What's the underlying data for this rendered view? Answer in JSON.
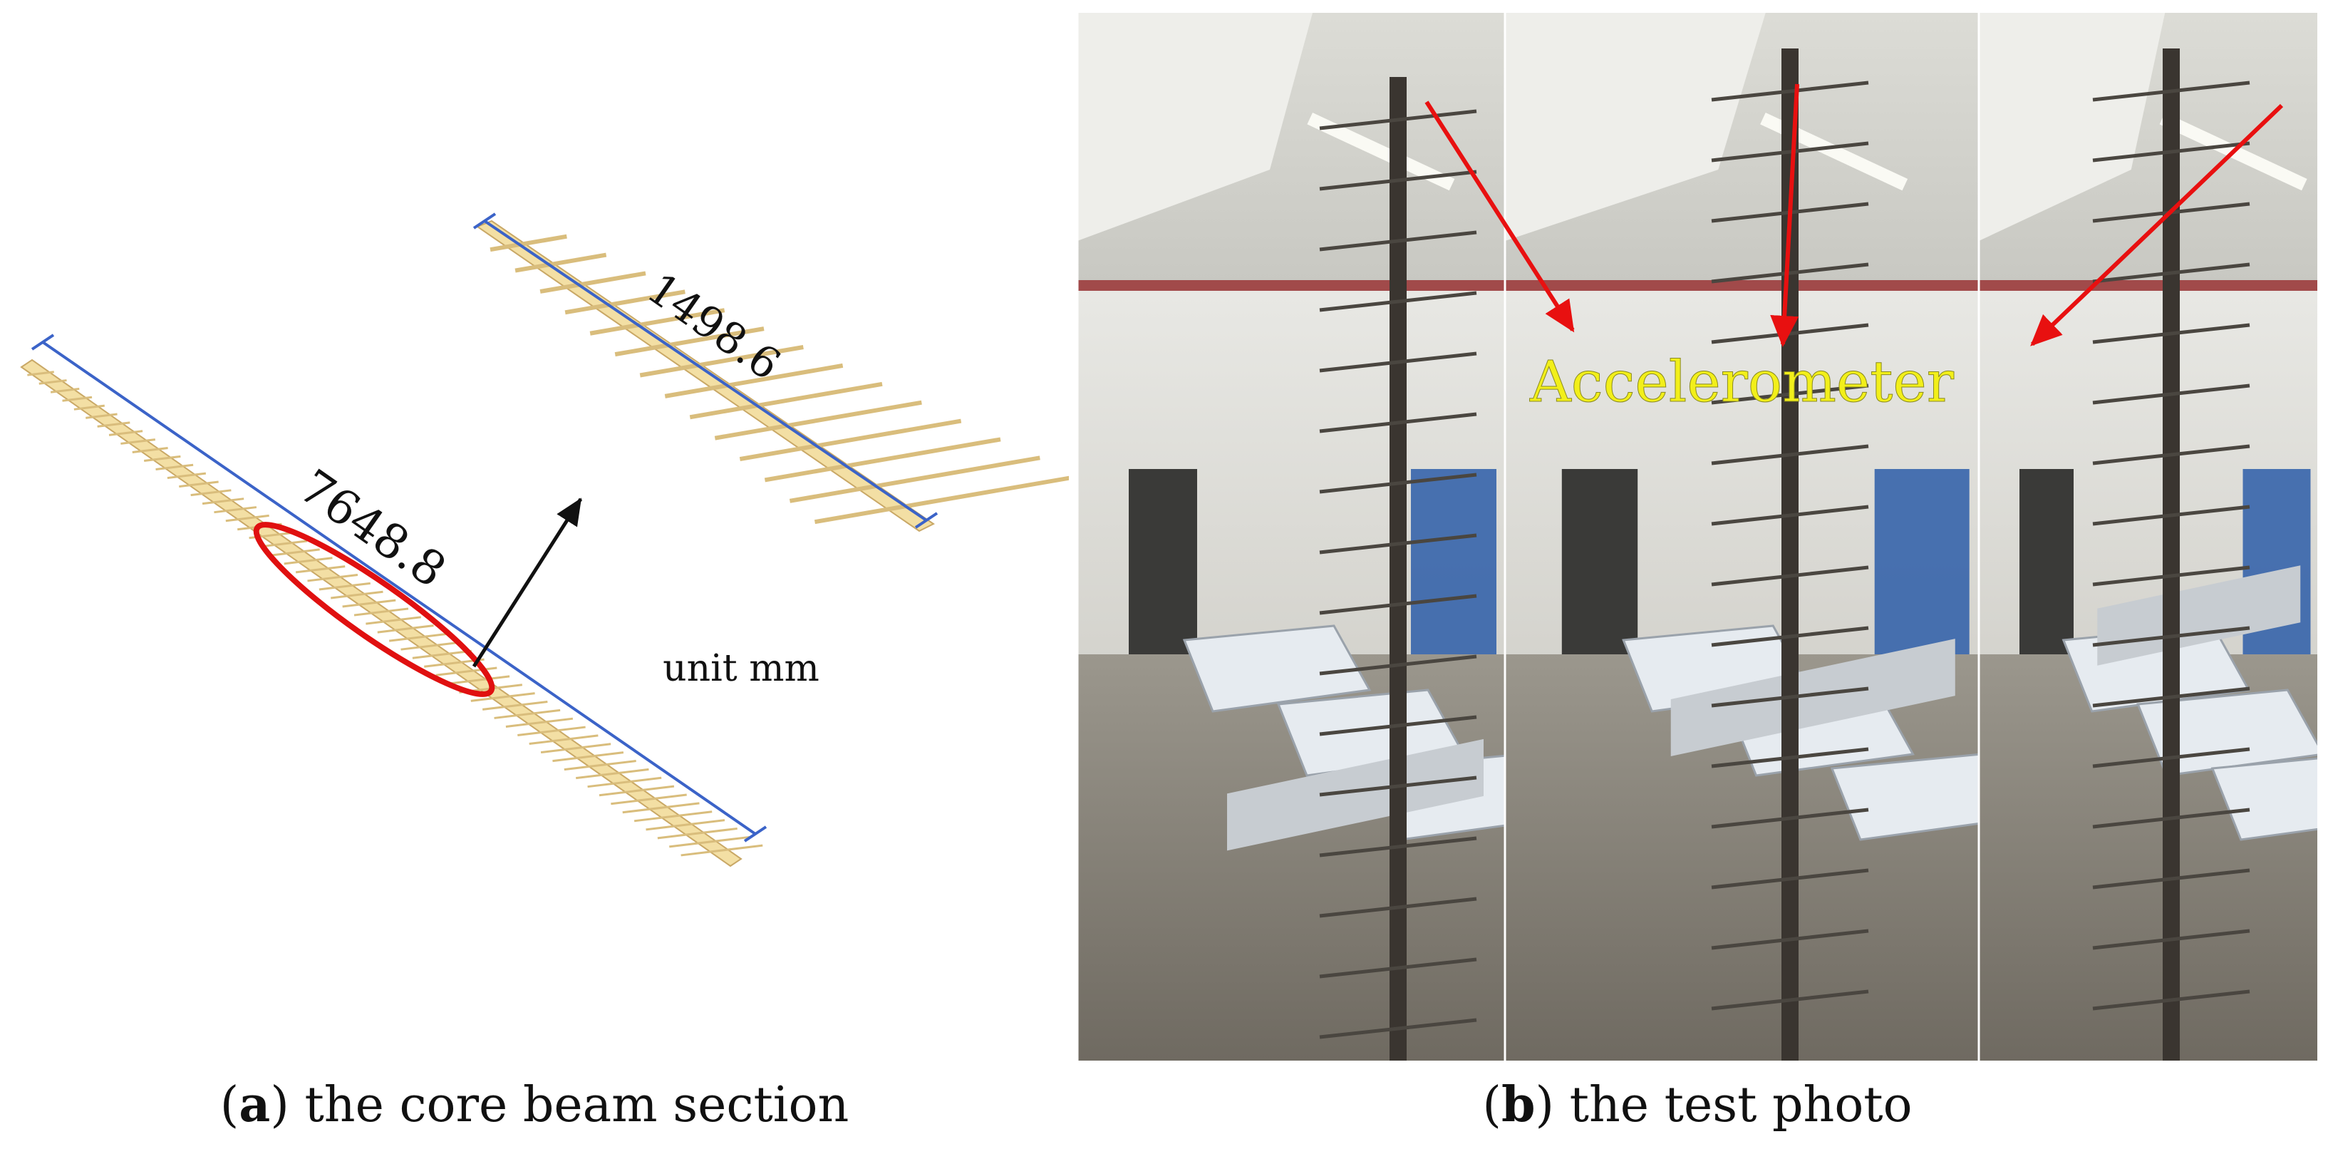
{
  "panel_a": {
    "dimension_long": "7648.8",
    "dimension_short": "1498.6",
    "unit_label": "unit mm"
  },
  "panel_b": {
    "annotation": "Accelerometer"
  },
  "captions": {
    "a_letter": "a",
    "a_text": " the core beam section",
    "b_letter": "b",
    "b_text": " the test photo"
  },
  "colors": {
    "beam_fill": "#f3dfa4",
    "beam_edge": "#c9a866",
    "dimension_line": "#3b63c8",
    "highlight_ellipse": "#e01010",
    "pointer_arrow": "#111111",
    "photo_arrow": "#e81010",
    "annotation_text": "#f2ef1a"
  }
}
